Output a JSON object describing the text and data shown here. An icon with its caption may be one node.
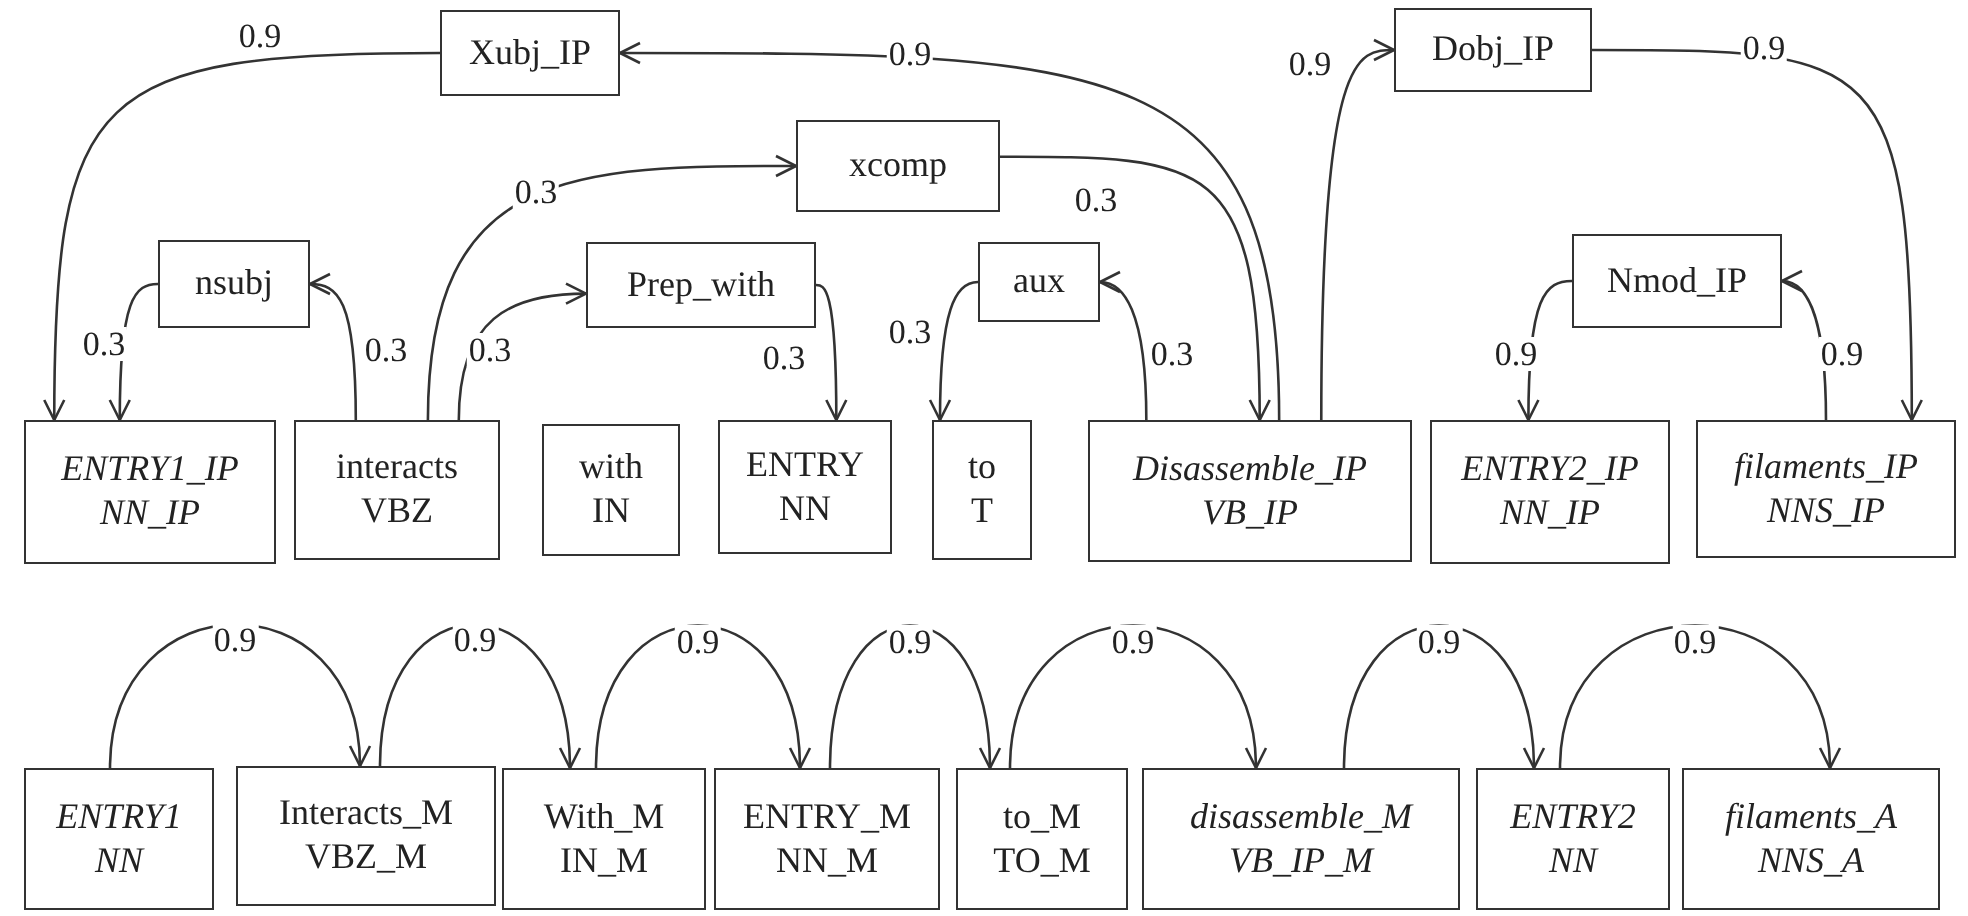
{
  "diagram": {
    "nodes": [
      {
        "text": [
          "Xubj_IP"
        ]
      },
      {
        "text": [
          "Dobj_IP"
        ]
      },
      {
        "text": [
          "xcomp"
        ]
      },
      {
        "text": [
          "nsubj"
        ]
      },
      {
        "text": [
          "Prep_with"
        ]
      },
      {
        "text": [
          "aux"
        ]
      },
      {
        "text": [
          "Nmod_IP"
        ]
      },
      {
        "text": [
          "ENTRY1_IP",
          "NN_IP"
        ]
      },
      {
        "text": [
          "interacts",
          "VBZ"
        ]
      },
      {
        "text": [
          "with",
          "IN"
        ]
      },
      {
        "text": [
          "ENTRY",
          "NN"
        ]
      },
      {
        "text": [
          "to",
          "T"
        ]
      },
      {
        "text": [
          "Disassemble_IP",
          "VB_IP"
        ]
      },
      {
        "text": [
          "ENTRY2_IP",
          "NN_IP"
        ]
      },
      {
        "text": [
          "filaments_IP",
          "NNS_IP"
        ]
      },
      {
        "text": [
          "ENTRY1",
          "NN"
        ]
      },
      {
        "text": [
          "Interacts_M",
          "VBZ_M"
        ]
      },
      {
        "text": [
          "With_M",
          "IN_M"
        ]
      },
      {
        "text": [
          "ENTRY_M",
          "NN_M"
        ]
      },
      {
        "text": [
          "to_M",
          "TO_M"
        ]
      },
      {
        "text": [
          "disassemble_M",
          "VB_IP_M"
        ]
      },
      {
        "text": [
          "ENTRY2",
          "NN"
        ]
      },
      {
        "text": [
          "filaments_A",
          "NNS_A"
        ]
      }
    ],
    "edges": [
      {
        "from": 0,
        "to": 7,
        "arrow": "to",
        "label": "0.9"
      },
      {
        "from": 12,
        "to": 0,
        "arrow": "to",
        "label": "0.9"
      },
      {
        "from": 8,
        "to": 3,
        "arrow": "to",
        "label": "0.3"
      },
      {
        "from": 3,
        "to": 7,
        "arrow": "to",
        "label": "0.3"
      },
      {
        "from": 8,
        "to": 2,
        "arrow": "to",
        "label": "0.3"
      },
      {
        "from": 2,
        "to": 12,
        "arrow": "to",
        "label": "0.3"
      },
      {
        "from": 8,
        "to": 4,
        "arrow": "to",
        "label": "0.3"
      },
      {
        "from": 4,
        "to": 10,
        "arrow": "to",
        "label": "0.3"
      },
      {
        "from": 5,
        "to": 11,
        "arrow": "to",
        "label": "0.3"
      },
      {
        "from": 12,
        "to": 5,
        "arrow": "to",
        "label": "0.3"
      },
      {
        "from": 12,
        "to": 1,
        "arrow": "to",
        "label": "0.9"
      },
      {
        "from": 1,
        "to": 14,
        "arrow": "to",
        "label": "0.9"
      },
      {
        "from": 6,
        "to": 13,
        "arrow": "to",
        "label": "0.9"
      },
      {
        "from": 14,
        "to": 6,
        "arrow": "to",
        "label": "0.9"
      },
      {
        "from": 15,
        "to": 16,
        "arrow": "to",
        "label": "0.9"
      },
      {
        "from": 16,
        "to": 17,
        "arrow": "to",
        "label": "0.9"
      },
      {
        "from": 17,
        "to": 18,
        "arrow": "to",
        "label": "0.9"
      },
      {
        "from": 18,
        "to": 19,
        "arrow": "to",
        "label": "0.9"
      },
      {
        "from": 19,
        "to": 20,
        "arrow": "to",
        "label": "0.9"
      },
      {
        "from": 20,
        "to": 21,
        "arrow": "to",
        "label": "0.9"
      },
      {
        "from": 21,
        "to": 22,
        "arrow": "to",
        "label": "0.9"
      }
    ]
  }
}
